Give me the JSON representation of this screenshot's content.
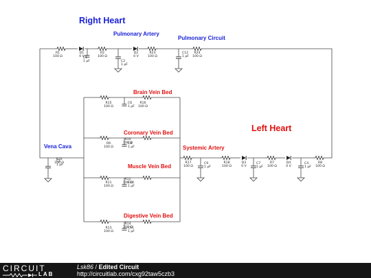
{
  "labels": {
    "right_heart": "Right Heart",
    "pulmonary_artery": "Pulmonary Artery",
    "pulmonary_circuit": "Pulmonary Circuit",
    "brain_vein_bed": "Brain Vein Bed",
    "coronary_vein_bed": "Coronary Vein Bed",
    "left_heart": "Left Heart",
    "vena_cava": "Vena Cava",
    "systemic_artery": "Systemic Artery",
    "muscle_vein_bed": "Muscle Vein Bed",
    "digestive_vein_bed": "Digestive Vein Bed"
  },
  "colors": {
    "blue": "#1a22d6",
    "red": "#e01010",
    "wire": "#444444"
  },
  "components": [
    {
      "id": "R1",
      "value": "100 Ω"
    },
    {
      "id": "D1",
      "value": "0 V"
    },
    {
      "id": "C1",
      "value": "1 μF"
    },
    {
      "id": "R2",
      "value": "100 Ω"
    },
    {
      "id": "C2",
      "value": "1 μF"
    },
    {
      "id": "D2",
      "value": "0 V"
    },
    {
      "id": "R23",
      "value": "100 Ω"
    },
    {
      "id": "C12",
      "value": "1 μF"
    },
    {
      "id": "R24",
      "value": "100 Ω"
    },
    {
      "id": "R15",
      "value": "100 Ω"
    },
    {
      "id": "C6",
      "value": "1 μF"
    },
    {
      "id": "R16",
      "value": "100 Ω"
    },
    {
      "id": "R9",
      "value": "100 Ω"
    },
    {
      "id": "C8",
      "value": "1 μF"
    },
    {
      "id": "R10",
      "value": "100 Ω"
    },
    {
      "id": "R20",
      "value": "100 Ω"
    },
    {
      "id": "C5",
      "value": "1 μF"
    },
    {
      "id": "R11",
      "value": "100 Ω"
    },
    {
      "id": "C10",
      "value": "1 μF"
    },
    {
      "id": "R12",
      "value": "100 Ω"
    },
    {
      "id": "R13",
      "value": "100 Ω"
    },
    {
      "id": "C11",
      "value": "1 μF"
    },
    {
      "id": "R14",
      "value": "100 Ω"
    },
    {
      "id": "R17",
      "value": "100 Ω"
    },
    {
      "id": "C9",
      "value": "1 μF"
    },
    {
      "id": "R18",
      "value": "100 Ω"
    },
    {
      "id": "D3",
      "value": "0 V"
    },
    {
      "id": "C7",
      "value": "1 μF"
    },
    {
      "id": "R7",
      "value": "100 Ω"
    },
    {
      "id": "D4",
      "value": "0 V"
    },
    {
      "id": "C4",
      "value": "1 μF"
    },
    {
      "id": "R8",
      "value": "100 Ω"
    }
  ],
  "footer": {
    "logo_top": "CIRCUIT",
    "logo_bottom": "LAB",
    "author": "Lsk86",
    "separator": "/",
    "title": "Edited Circuit",
    "url": "http://circuitlab.com/cxg92taw5czb3"
  }
}
